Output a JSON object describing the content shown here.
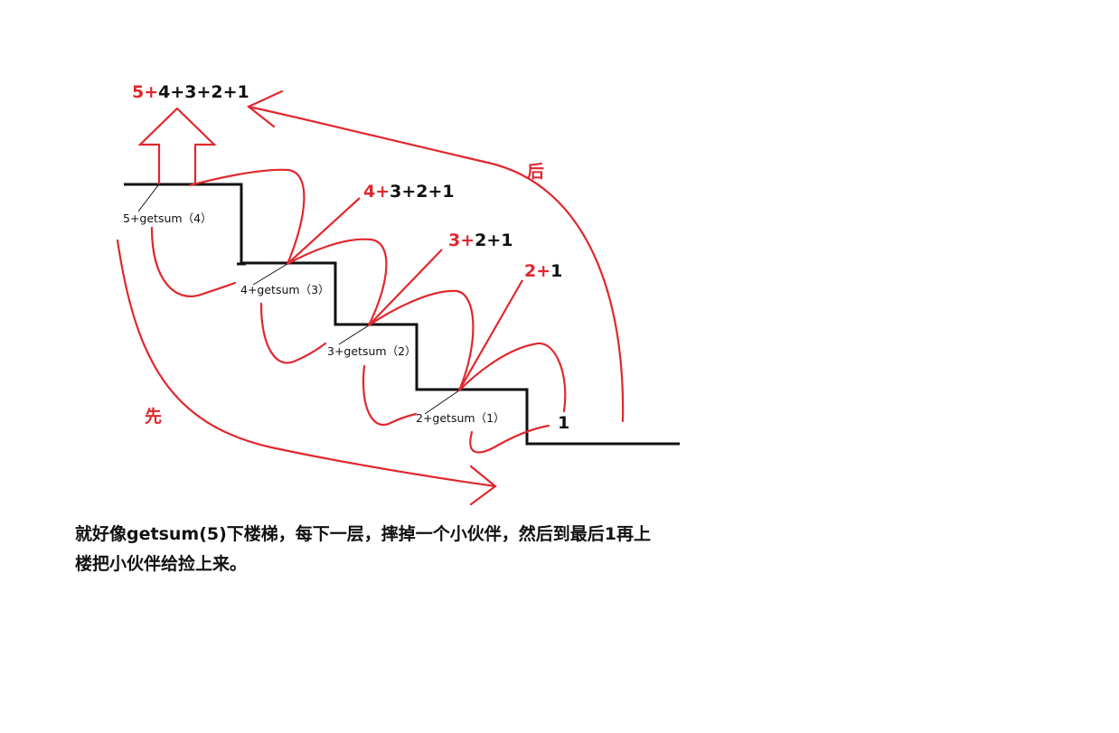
{
  "colors": {
    "accent_red": "#e0282e",
    "ink": "#111111"
  },
  "results": {
    "top": {
      "red": "5+",
      "black": "4+3+2+1"
    },
    "r4": {
      "red": "4+",
      "black": "3+2+1"
    },
    "r3": {
      "red": "3+",
      "black": "2+1"
    },
    "r2": {
      "red": "2+",
      "black": "1"
    },
    "r1": {
      "black": "1"
    }
  },
  "steps": {
    "s5": "5+getsum（4）",
    "s4": "4+getsum（3）",
    "s3": "3+getsum（2）",
    "s2": "2+getsum（1）"
  },
  "phase_labels": {
    "first": "先",
    "after": "后"
  },
  "caption": {
    "line1": "就好像getsum(5)下楼梯，每下一层，摔掉一个小伙伴，然后到最后1再上",
    "line2": "楼把小伙伴给捡上来。"
  }
}
